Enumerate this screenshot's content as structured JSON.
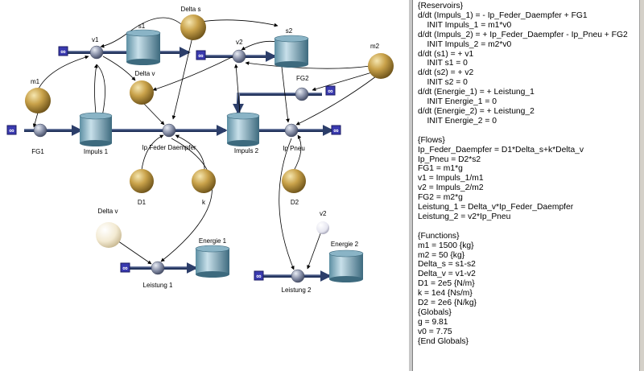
{
  "diagram": {
    "labels": {
      "delta_s": "Delta s",
      "s1": "s1",
      "v1": "v1",
      "v2": "v2",
      "s2": "s2",
      "m2": "m2",
      "m1": "m1",
      "delta_v_top": "Delta v",
      "fg2": "FG2",
      "fg1": "FG1",
      "impuls1": "Impuls 1",
      "ip_feder": "Ip Feder Daempfer",
      "impuls2": "Impuls 2",
      "ip_pneu": "Ip Pneu",
      "d1": "D1",
      "k": "k",
      "d2": "D2",
      "delta_v_bottom": "Delta v",
      "energie1": "Energie 1",
      "leistung1": "Leistung 1",
      "v2_bottom": "v2",
      "energie2": "Energie 2",
      "leistung2": "Leistung 2",
      "infinity": "∞"
    }
  },
  "code_panel": {
    "lines": [
      "{Reservoirs}",
      "d/dt (Impuls_1) = - Ip_Feder_Daempfer + FG1",
      "    INIT Impuls_1 = m1*v0",
      "d/dt (Impuls_2) = + Ip_Feder_Daempfer - Ip_Pneu + FG2",
      "    INIT Impuls_2 = m2*v0",
      "d/dt (s1) = + v1",
      "    INIT s1 = 0",
      "d/dt (s2) = + v2",
      "    INIT s2 = 0",
      "d/dt (Energie_1) = + Leistung_1",
      "    INIT Energie_1 = 0",
      "d/dt (Energie_2) = + Leistung_2",
      "    INIT Energie_2 = 0",
      "",
      "{Flows}",
      "Ip_Feder_Daempfer = D1*Delta_s+k*Delta_v",
      "Ip_Pneu = D2*s2",
      "FG1 = m1*g",
      "v1 = Impuls_1/m1",
      "v2 = Impuls_2/m2",
      "FG2 = m2*g",
      "Leistung_1 = Delta_v*Ip_Feder_Daempfer",
      "Leistung_2 = v2*Ip_Pneu",
      "",
      "{Functions}",
      "m1 = 1500 {kg}",
      "m2 = 50 {kg}",
      "Delta_s = s1-s2",
      "Delta_v = v1-v2",
      "D1 = 2e5 {N/m}",
      "k = 1e4 {Ns/m}",
      "D2 = 2e6 {N/kg}",
      "{Globals}",
      "g = 9.81",
      "v0 = 7.75",
      "{End Globals}"
    ]
  }
}
